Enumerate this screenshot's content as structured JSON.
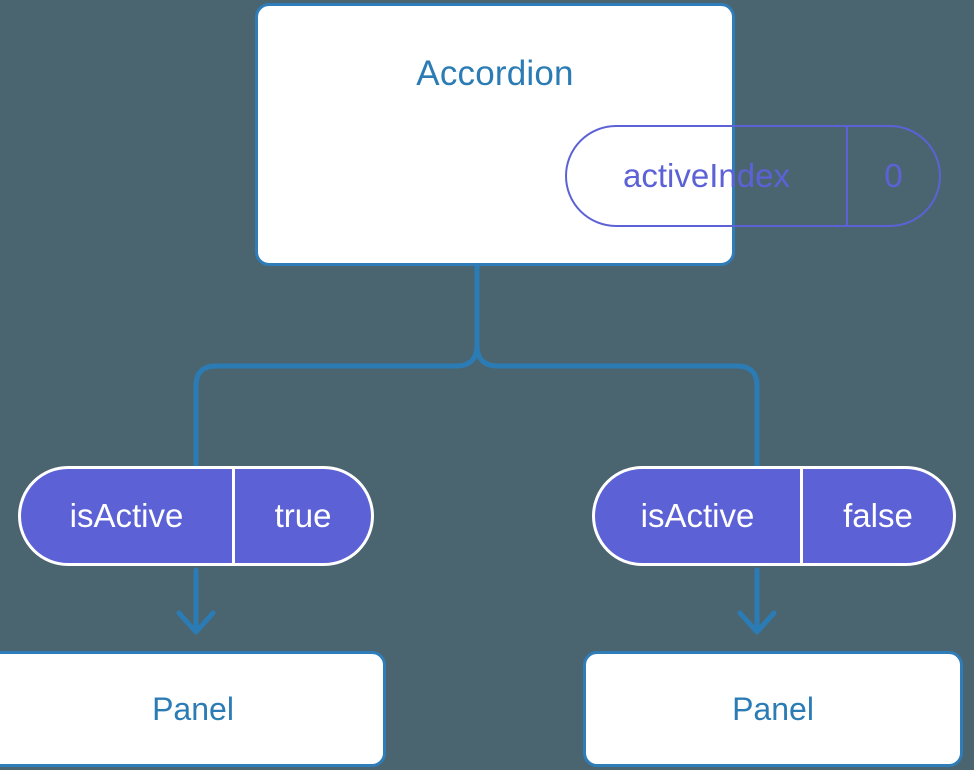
{
  "theme": {
    "background": "#4b6570",
    "card_border": "#2e7cb8",
    "card_fill": "#ffffff",
    "title_text": "#2b7cb5",
    "prop_accent": "#5c62d6",
    "pill_fill": "#5c62d6",
    "pill_text": "#ffffff",
    "edge_stroke": "#2b7cb5"
  },
  "diagram": {
    "type": "component-tree",
    "root": {
      "title": "Accordion",
      "prop": {
        "key": "activeIndex",
        "value": "0"
      }
    },
    "branches": [
      {
        "side": "left",
        "pill": {
          "key": "isActive",
          "value": "true"
        },
        "child": {
          "title": "Panel"
        }
      },
      {
        "side": "right",
        "pill": {
          "key": "isActive",
          "value": "false"
        },
        "child": {
          "title": "Panel"
        }
      }
    ]
  }
}
